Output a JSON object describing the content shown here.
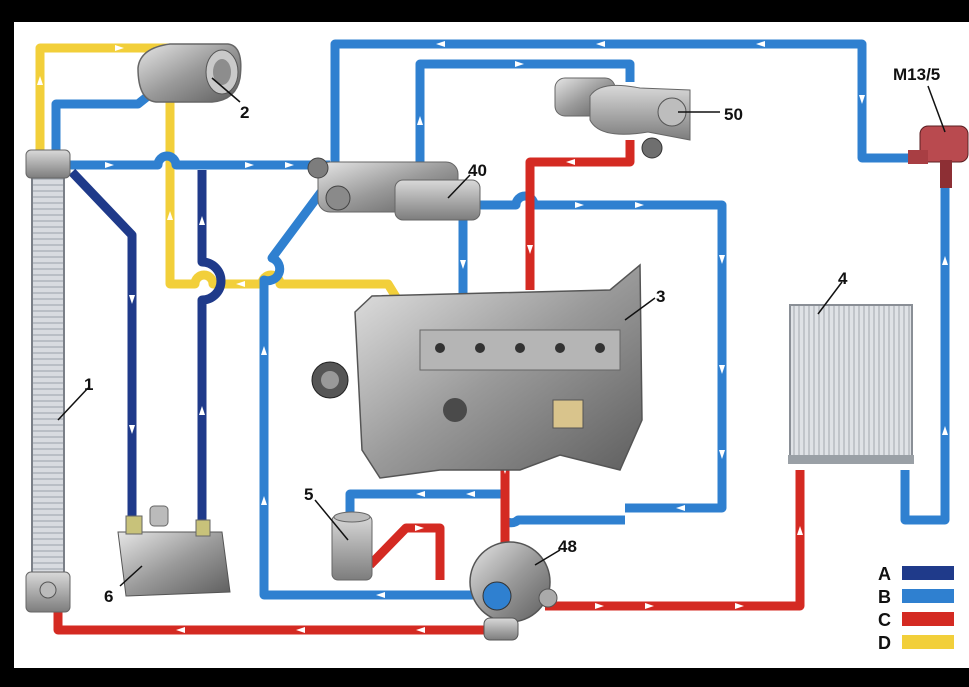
{
  "diagram": {
    "callouts": [
      "1",
      "2",
      "3",
      "4",
      "5",
      "6",
      "40",
      "48",
      "50",
      "M13/5"
    ],
    "legend": [
      {
        "key": "A",
        "color": "#1f3a8a"
      },
      {
        "key": "B",
        "color": "#2f80d0"
      },
      {
        "key": "C",
        "color": "#d42a22"
      },
      {
        "key": "D",
        "color": "#f2cf3a"
      }
    ]
  },
  "colors": {
    "background": "#000000",
    "panel": "#ffffff",
    "line_A": "#1f3a8a",
    "line_B": "#2f80d0",
    "line_C": "#d42a22",
    "line_D": "#f2cf3a"
  }
}
